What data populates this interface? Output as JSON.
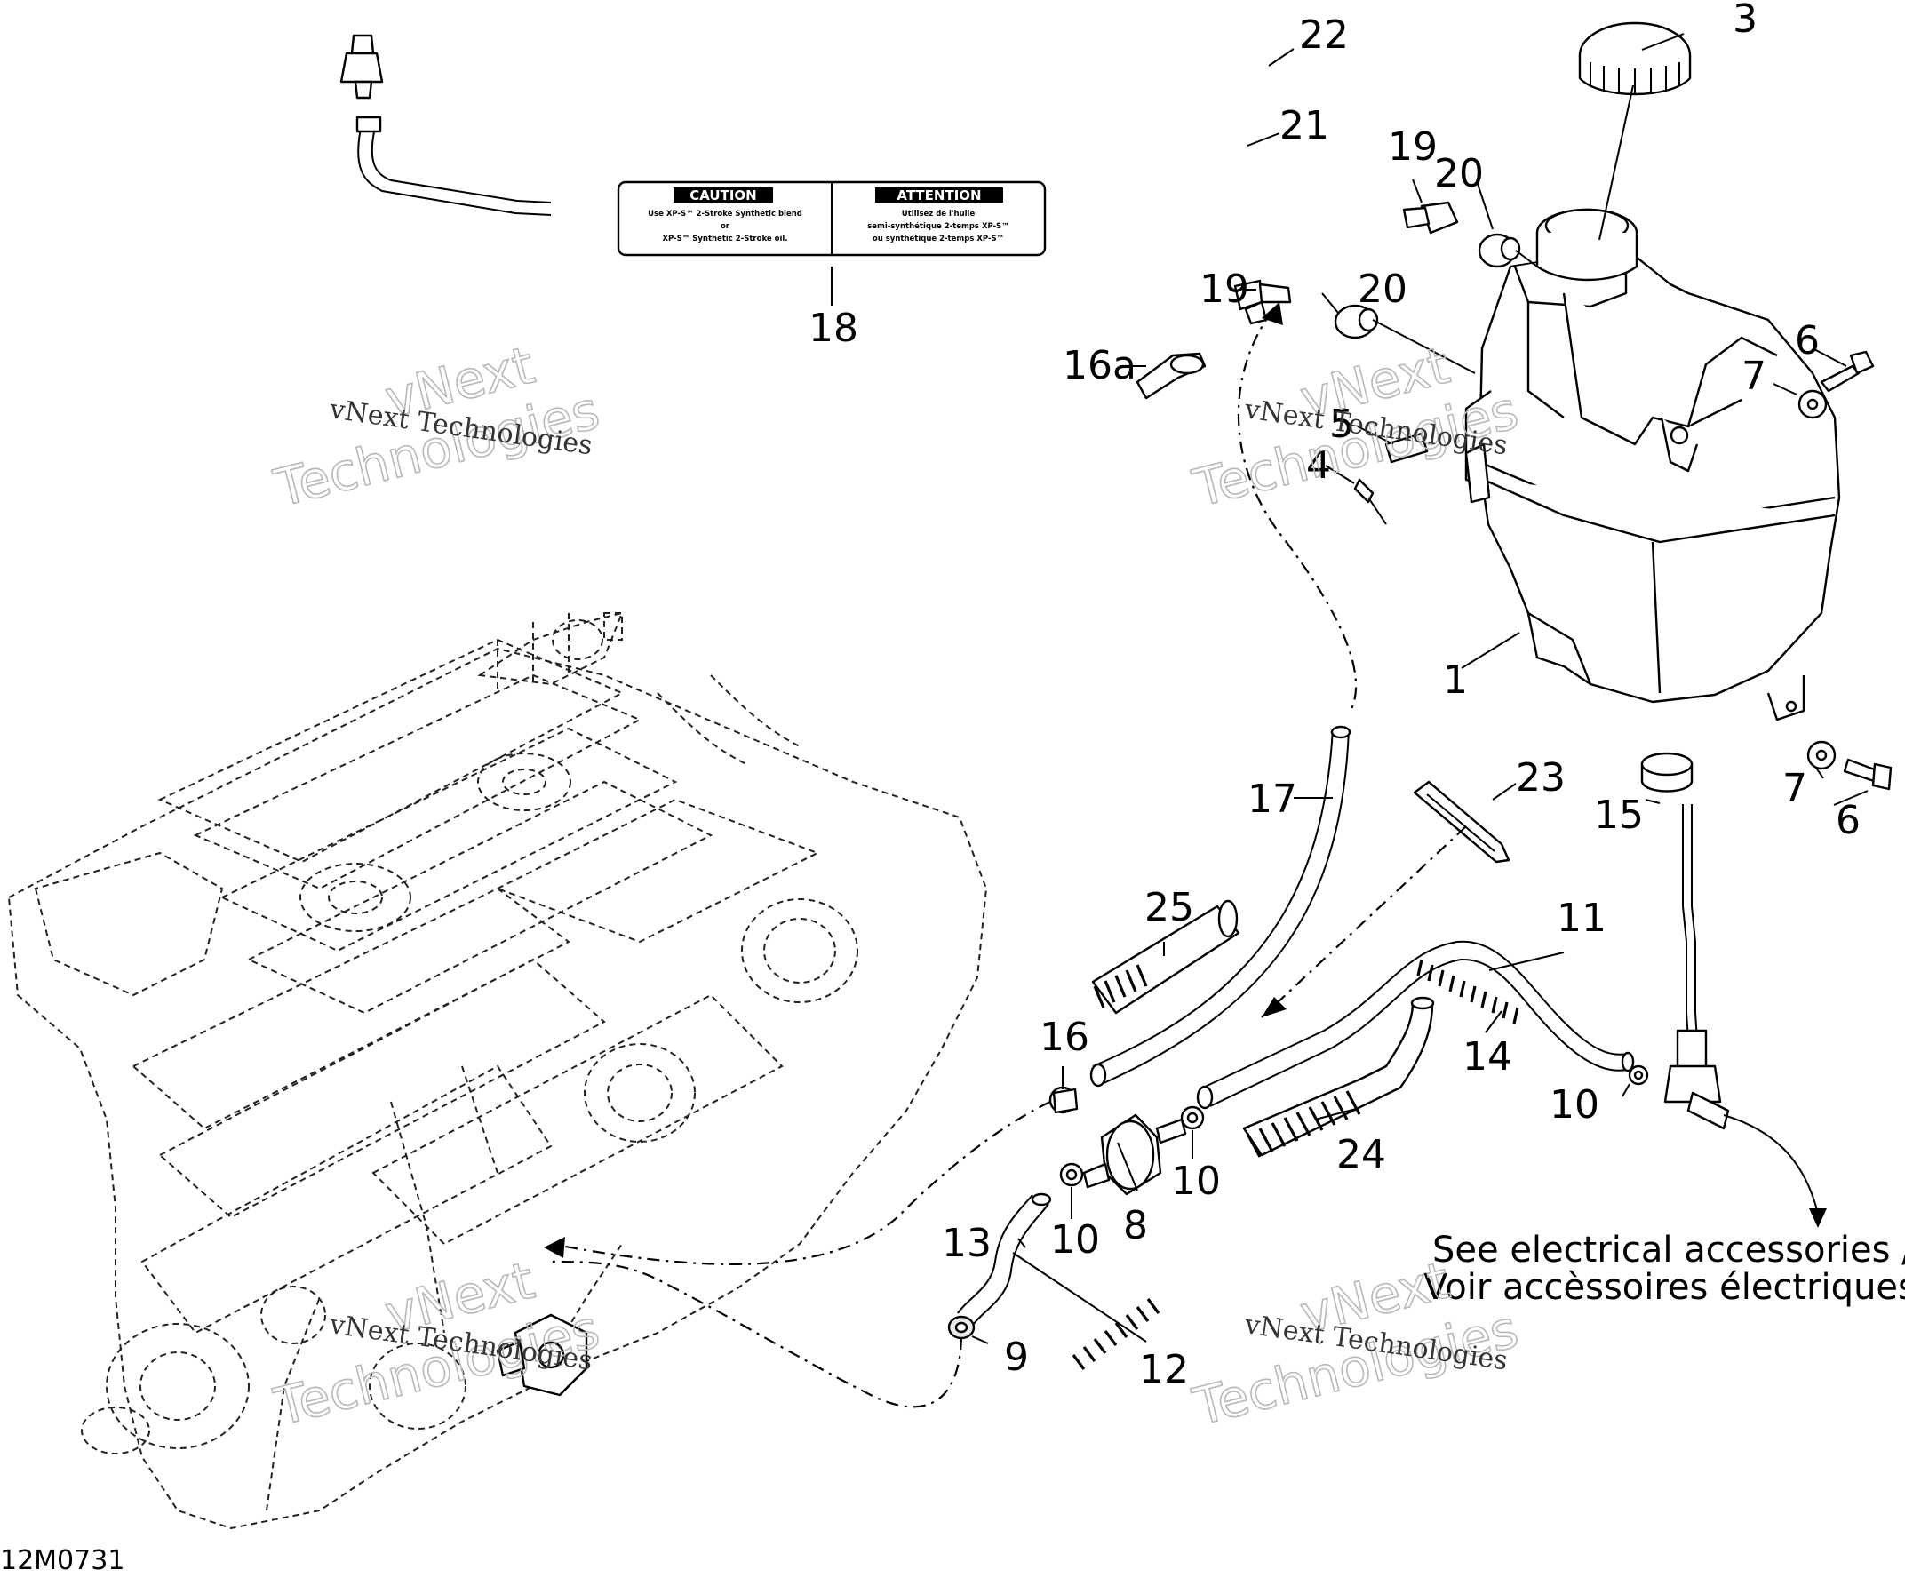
{
  "diagram_code": "12M0731",
  "callouts": {
    "c1": "1",
    "c3": "3",
    "c4": "4",
    "c5": "5",
    "c6a": "6",
    "c6b": "6",
    "c7a": "7",
    "c7b": "7",
    "c8": "8",
    "c9": "9",
    "c10a": "10",
    "c10b": "10",
    "c10c": "10",
    "c11": "11",
    "c12": "12",
    "c13": "13",
    "c14": "14",
    "c15": "15",
    "c16": "16",
    "c16a": "16a",
    "c17": "17",
    "c18": "18",
    "c19a": "19",
    "c19b": "19",
    "c20a": "20",
    "c20b": "20",
    "c21": "21",
    "c22": "22",
    "c23": "23",
    "c24": "24",
    "c25": "25"
  },
  "note": {
    "line1": "See electrical accessories /",
    "line2": "Voir accèssoires électriques"
  },
  "decal": {
    "left_title": "CAUTION",
    "left_line1": "Use XP-S™ 2-Stroke Synthetic blend",
    "left_line2": "or",
    "left_line3": "XP-S™ Synthetic 2-Stroke oil.",
    "right_title": "ATTENTION",
    "right_line1": "Utilisez de l'huile",
    "right_line2": "semi-synthétique 2-temps XP-S™",
    "right_line3": "ou synthétique 2-temps XP-S™"
  },
  "watermarks": {
    "mono": "vNext Technologies",
    "outline_top": "vNext",
    "outline_bottom": "Technologies"
  }
}
